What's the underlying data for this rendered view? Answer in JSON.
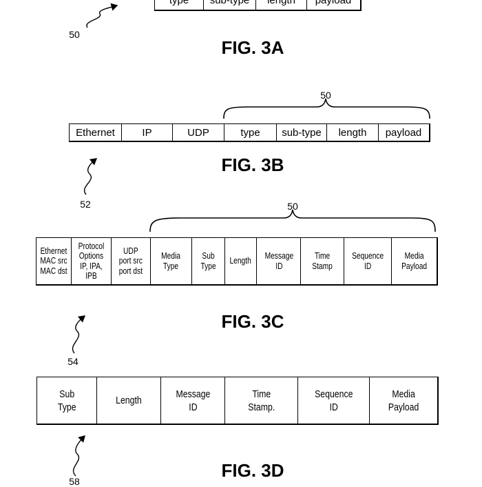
{
  "figures": [
    {
      "id": "3A",
      "title": "FIG. 3A",
      "reference": "50",
      "cells": [
        "type",
        "sub-type",
        "length",
        "payload"
      ]
    },
    {
      "id": "3B",
      "title": "FIG. 3B",
      "reference": "52",
      "bracket_label": "50",
      "cells": [
        "Ethernet",
        "IP",
        "UDP",
        "type",
        "sub-type",
        "length",
        "payload"
      ]
    },
    {
      "id": "3C",
      "title": "FIG. 3C",
      "reference": "54",
      "bracket_label": "50",
      "cells": [
        "Ethernet\nMAC src\nMAC dst",
        "Protocol\nOptions\nIP, IPA, IPB",
        "UDP\nport src\nport dst",
        "Media\nType",
        "Sub\nType",
        "Length",
        "Message\nID",
        "Time\nStamp",
        "Sequence\nID",
        "Media\nPayload"
      ]
    },
    {
      "id": "3D",
      "title": "FIG. 3D",
      "reference": "58",
      "cells": [
        "Sub\nType",
        "Length",
        "Message\nID",
        "Time\nStamp.",
        "Sequence\nID",
        "Media\nPayload"
      ]
    }
  ]
}
